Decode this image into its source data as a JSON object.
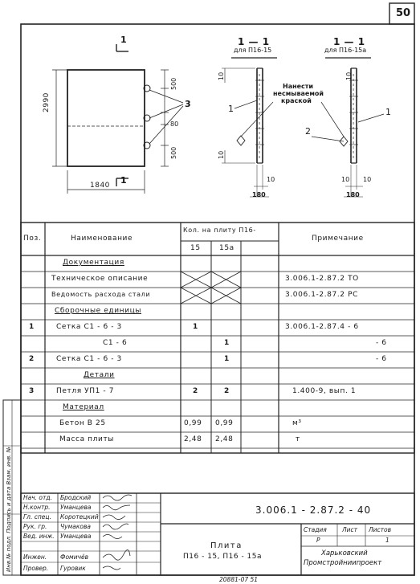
{
  "page_number": "50",
  "drawing": {
    "section_mark_top": "1",
    "section_mark_bottom": "1",
    "dim_height": "2990",
    "dim_width": "1840",
    "dim_500_top": "500",
    "dim_80": "80",
    "dim_500_bottom": "500",
    "callout_3": "3",
    "section_left_title": "1 — 1",
    "section_left_sub": "для П16-15",
    "section_right_title": "1 — 1",
    "section_right_sub": "для П16-15а",
    "note_line1": "Нанести",
    "note_line2": "несмываемой",
    "note_line3": "краской",
    "callout_1_left": "1",
    "callout_1_right": "1",
    "callout_2": "2",
    "dim_10_a": "10",
    "dim_10_b": "10",
    "dim_10_c": "10",
    "dim_10_d": "10",
    "dim_10_e": "10",
    "dim_10_f": "10",
    "dim_180_left": "180",
    "dim_180_right": "180"
  },
  "table": {
    "headers": {
      "pos": "Поз.",
      "name": "Наименование",
      "qty": "Кол. на плиту П16-",
      "qty_15": "15",
      "qty_15a": "15а",
      "note": "Примечание"
    },
    "rows": [
      {
        "pos": "",
        "name": "Документация",
        "q15": "",
        "q15a": "",
        "note": "",
        "section": true
      },
      {
        "pos": "",
        "name": "Техническое описание",
        "q15": "",
        "q15a": "",
        "note": "3.006.1-2.87.2   ТО",
        "cross": true
      },
      {
        "pos": "",
        "name": "Ведомость расхода стали",
        "q15": "",
        "q15a": "",
        "note": "3.006.1-2.87.2   РС",
        "cross": true
      },
      {
        "pos": "",
        "name": "Сборочные единицы",
        "q15": "",
        "q15a": "",
        "note": "",
        "section": true
      },
      {
        "pos": "1",
        "name": "Сетка  С1 - 6 - 3",
        "q15": "1",
        "q15a": "",
        "note": "3.006.1-2.87.4 - 6"
      },
      {
        "pos": "",
        "name": "С1 - 6",
        "q15": "",
        "q15a": "1",
        "note": "- 6"
      },
      {
        "pos": "2",
        "name": "Сетка  С1 - 6 - 3",
        "q15": "",
        "q15a": "1",
        "note": "- 6"
      },
      {
        "pos": "",
        "name": "Детали",
        "q15": "",
        "q15a": "",
        "note": "",
        "section": true
      },
      {
        "pos": "3",
        "name": "Петля  УП1 - 7",
        "q15": "2",
        "q15a": "2",
        "note": "1.400-9,  вып. 1"
      },
      {
        "pos": "",
        "name": "Материал",
        "q15": "",
        "q15a": "",
        "note": "",
        "section": true
      },
      {
        "pos": "",
        "name": "Бетон   В 25",
        "q15": "0,99",
        "q15a": "0,99",
        "note": "м³"
      },
      {
        "pos": "",
        "name": "Масса   плиты",
        "q15": "2,48",
        "q15a": "2,48",
        "note": "т"
      }
    ]
  },
  "side_stamp": "Инв.№ подл.   Подпись и дата   Взам. инв. №",
  "title_block": {
    "code": "3.006.1 - 2.87.2 - 40",
    "roles": [
      {
        "role": "Нач. отд.",
        "name": "Бродский"
      },
      {
        "role": "Н.контр.",
        "name": "Уманцева"
      },
      {
        "role": "Гл. спец.",
        "name": "Коротецкий"
      },
      {
        "role": "Рук. гр.",
        "name": "Чумакова"
      },
      {
        "role": "Вед. инж.",
        "name": "Уманцева"
      },
      {
        "role": "",
        "name": ""
      },
      {
        "role": "Инжен.",
        "name": "Фомичёв"
      },
      {
        "role": "Провер.",
        "name": "Гуровик"
      }
    ],
    "product_line1": "Плита",
    "product_line2": "П16 - 15,  П16 - 15а",
    "stage_label": "Стадия",
    "sheet_label": "Лист",
    "sheets_label": "Листов",
    "stage_value": "Р",
    "sheets_value": "1",
    "org_line1": "Харьковский",
    "org_line2": "Промстройниипроект"
  },
  "footer_number": "20881-07    51"
}
